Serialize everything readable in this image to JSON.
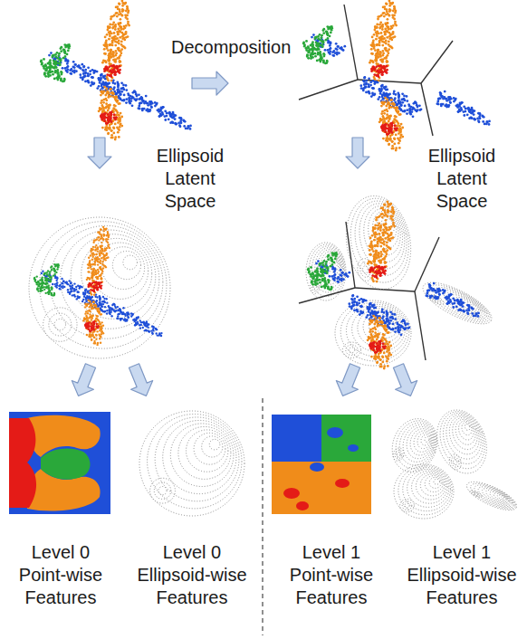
{
  "diagram": {
    "labels": [
      "Decomposition",
      "Ellipsoid Latent Space",
      "Ellipsoid Latent Space",
      "Level 0 Point-wise Features",
      "Level 0 Ellipsoid-wise Features",
      "Level 1 Point-wise Features",
      "Level 1 Ellipsoid-wise Features"
    ]
  }
}
